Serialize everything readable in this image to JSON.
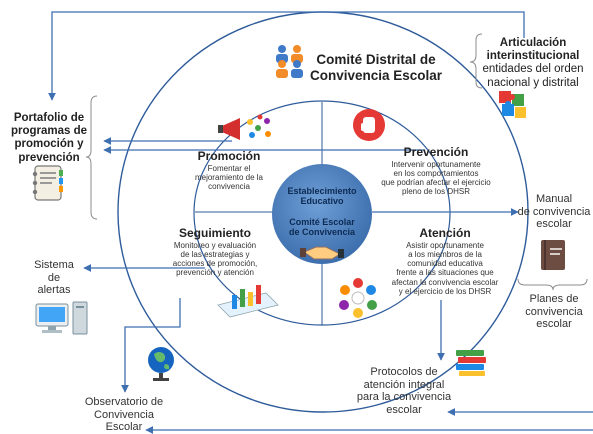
{
  "colors": {
    "ring": "#2e5b9a",
    "center_fill": "#4f86c6",
    "arrow": "#3e6fb0",
    "brace": "#8c8c8c"
  },
  "comite_distrital": {
    "title_line1": "Comité Distrital de",
    "title_line2": "Convivencia Escolar",
    "icon": "people-group-icon"
  },
  "articulacion": {
    "title_line1": "Articulación",
    "title_line2": "interinstitucional",
    "desc_line1": "entidades del orden",
    "desc_line2": "nacional y distrital",
    "icon": "puzzle-icon"
  },
  "portafolio": {
    "line1": "Portafolio de",
    "line2": "programas de",
    "line3": "promoción y",
    "line4": "prevención",
    "icon": "binder-icon"
  },
  "promocion": {
    "title": "Promoción",
    "line1": "Fomentar el",
    "line2": "mejoramiento de la",
    "line3": "convivencia",
    "icon": "megaphone-icon"
  },
  "prevencion": {
    "title": "Prevención",
    "line1": "Intervenir oportunamente",
    "line2": "en los comportamientos",
    "line3": "que podrían afectar el ejercicio",
    "line4": "pleno de los DHSR",
    "icon": "stop-hand-icon"
  },
  "seguimiento": {
    "title": "Seguimiento",
    "line1": "Monitoreo y evaluación",
    "line2": "de las estrategias y",
    "line3": "acciones de promoción,",
    "line4": "prevención y atención",
    "icon": "bar-chart-icon"
  },
  "atencion": {
    "title": "Atención",
    "line1": "Asistir oportunamente",
    "line2": "a los miembros de la",
    "line3": "comunidad educativa",
    "line4": "frente a las situaciones que",
    "line5": "afectan la convivencia escolar",
    "line6": "y el ejercicio de los DHSR",
    "icon": "people-circle-icon"
  },
  "center": {
    "line1": "Establecimiento",
    "line2": "Educativo",
    "line3": "Comité Escolar",
    "line4": "de Convivencia",
    "icon": "handshake-icon"
  },
  "manual": {
    "top_line1": "Manual",
    "top_line2": "de convivencia",
    "top_line3": "escolar",
    "bottom_line1": "Planes de",
    "bottom_line2": "convivencia",
    "bottom_line3": "escolar",
    "icon": "book-icon"
  },
  "sistema": {
    "line1": "Sistema",
    "line2": "de",
    "line3": "alertas",
    "icon": "computer-icon"
  },
  "observatorio": {
    "line1": "Observatorio de",
    "line2": "Convivencia",
    "line3": "Escolar",
    "icon": "globe-icon"
  },
  "protocolos": {
    "line1": "Protocolos de",
    "line2": "atención integral",
    "line3": "para la convivencia",
    "line4": "escolar",
    "icon": "books-stack-icon"
  }
}
